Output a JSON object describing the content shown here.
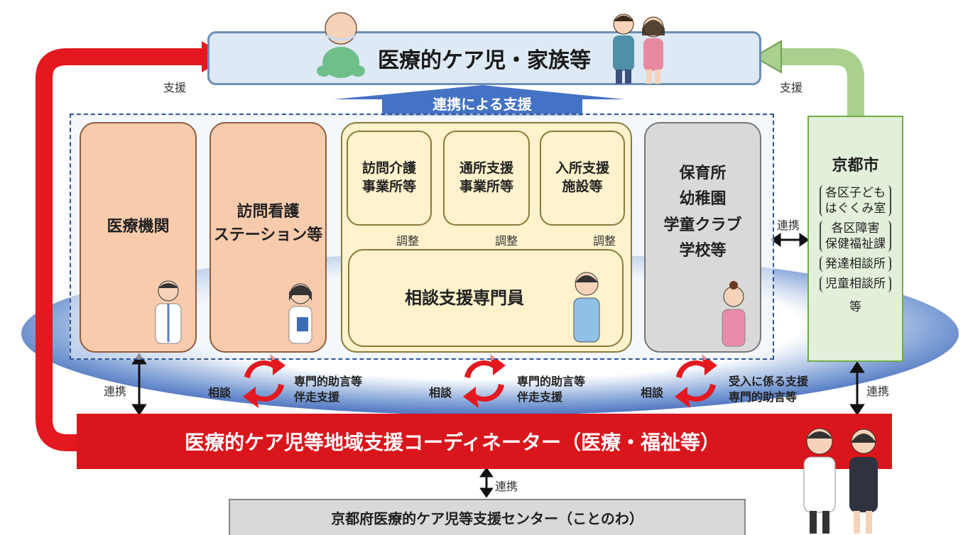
{
  "top": {
    "title": "医療的ケア児・家族等"
  },
  "support_left": "支援",
  "support_right": "支援",
  "collab_banner": "連携による支援",
  "cards": {
    "medical": "医療機関",
    "nursing": [
      "訪問看護",
      "ステーション等"
    ],
    "home_care": [
      "訪問介護",
      "事業所等"
    ],
    "day_service": [
      "通所支援",
      "事業所等"
    ],
    "facility": [
      "入所支援",
      "施設等"
    ],
    "consult_specialist": "相談支援専門員",
    "schools": [
      "保育所",
      "幼稚園",
      "学童クラブ",
      "学校等"
    ]
  },
  "adjust_labels": [
    "調整",
    "調整",
    "調整"
  ],
  "city": {
    "title": "京都市",
    "items": [
      "各区子ども",
      "はぐくみ室",
      "各区障害",
      "保健福祉課",
      "発達相談所",
      "児童相談所"
    ],
    "etc": "等"
  },
  "collab_labels": {
    "left": "連携",
    "right": "連携",
    "city": "連携",
    "bottom": "連携"
  },
  "cycles": [
    {
      "left": "相談",
      "right1": "専門的助言等",
      "right2": "伴走支援"
    },
    {
      "left": "相談",
      "right1": "専門的助言等",
      "right2": "伴走支援"
    },
    {
      "left": "相談",
      "right1": "受入に係る支援",
      "right2": "専門的助言等"
    }
  ],
  "coordinator": "医療的ケア児等地域支援コーディネーター（医療・福祉等）",
  "center": "京都府医療的ケア児等支援センター（ことのわ）",
  "colors": {
    "red": "#d9161c",
    "blue": "#4472c4",
    "green": "#a9d08e",
    "salmon": "#f8cbad",
    "yellow": "#fff2cc"
  }
}
